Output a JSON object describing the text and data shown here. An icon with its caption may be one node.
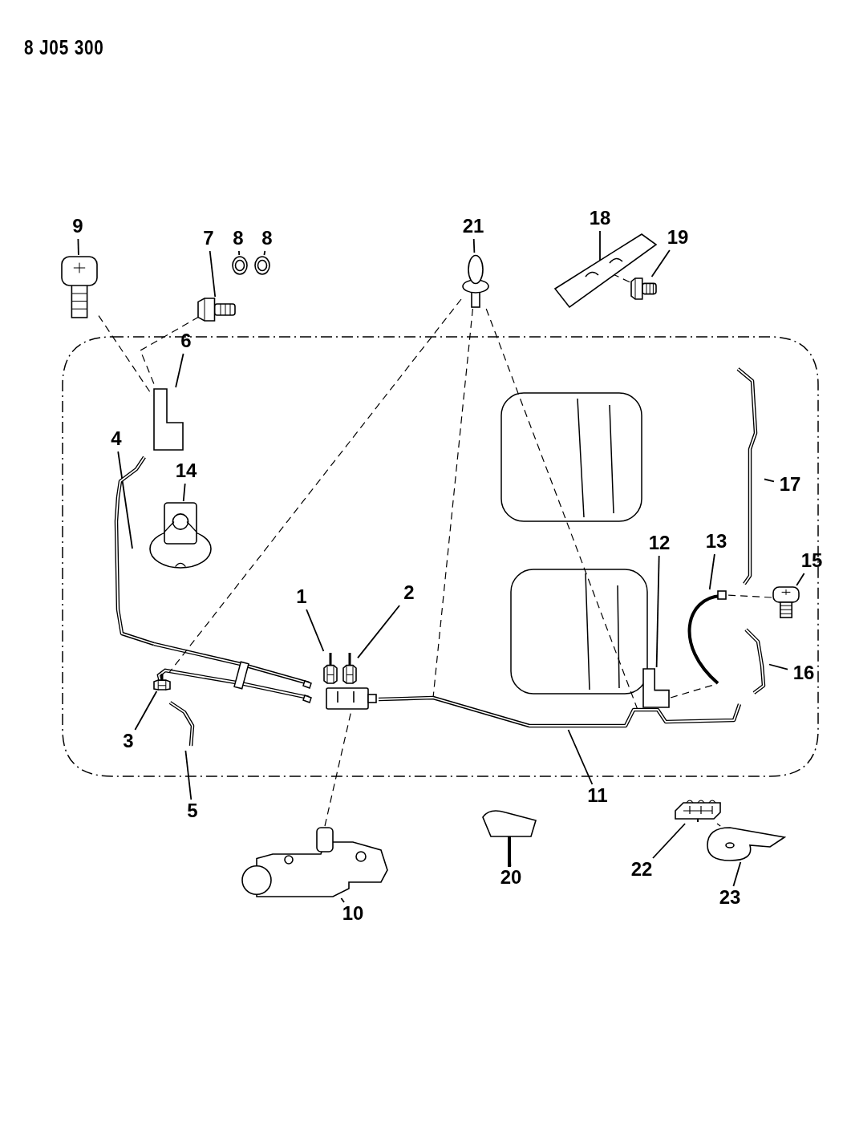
{
  "diagram": {
    "nodes": [
      {
        "text": [
          "1"
        ]
      },
      {
        "text": [
          "2"
        ]
      },
      {
        "text": [
          "3"
        ]
      },
      {
        "text": [
          "4"
        ]
      },
      {
        "text": [
          "5"
        ]
      },
      {
        "text": [
          "6"
        ]
      },
      {
        "text": [
          "7"
        ]
      },
      {
        "text": [
          "8"
        ]
      },
      {
        "text": [
          "8"
        ]
      },
      {
        "text": [
          "9"
        ]
      },
      {
        "text": [
          "10"
        ]
      },
      {
        "text": [
          "11"
        ]
      },
      {
        "text": [
          "12"
        ]
      },
      {
        "text": [
          "13"
        ]
      },
      {
        "text": [
          "14"
        ]
      },
      {
        "text": [
          "15"
        ]
      },
      {
        "text": [
          "16"
        ]
      },
      {
        "text": [
          "17"
        ]
      },
      {
        "text": [
          "18"
        ]
      },
      {
        "text": [
          "19"
        ]
      },
      {
        "text": [
          "20"
        ]
      },
      {
        "text": [
          "21"
        ]
      },
      {
        "text": [
          "22"
        ]
      },
      {
        "text": [
          "23"
        ]
      },
      {
        "text": [],
        "shape": "picture"
      },
      {
        "text": [],
        "shape": "picture"
      },
      {
        "text": [],
        "shape": "picture"
      },
      {
        "text": [],
        "shape": "picture"
      },
      {
        "text": [],
        "shape": "picture"
      },
      {
        "text": [],
        "shape": "picture"
      },
      {
        "text": [],
        "shape": "picture"
      },
      {
        "text": [],
        "shape": "picture"
      },
      {
        "text": [],
        "shape": "picture"
      },
      {
        "text": [],
        "shape": "picture"
      },
      {
        "text": [],
        "shape": "picture"
      },
      {
        "text": [],
        "shape": "picture"
      },
      {
        "text": [],
        "shape": "picture"
      },
      {
        "text": [],
        "shape": "picture"
      },
      {
        "text": [],
        "shape": "picture"
      },
      {
        "text": [],
        "shape": "picture"
      },
      {
        "text": [],
        "shape": "picture"
      },
      {
        "text": [],
        "shape": "picture"
      },
      {
        "text": [],
        "shape": "picture"
      },
      {
        "text": [],
        "shape": "picture"
      },
      {
        "text": [],
        "shape": "picture"
      },
      {
        "text": [],
        "shape": "picture"
      },
      {
        "text": [],
        "shape": "picture"
      },
      {
        "text": [],
        "shape": "picture"
      },
      {
        "text": [],
        "shape": "picture"
      }
    ],
    "edges": [
      {
        "from": 0,
        "to": 24,
        "arrow": "none"
      },
      {
        "from": 1,
        "to": 25,
        "arrow": "none"
      },
      {
        "from": 2,
        "to": 26,
        "arrow": "none"
      },
      {
        "from": 3,
        "to": 27,
        "arrow": "none"
      },
      {
        "from": 4,
        "to": 28,
        "arrow": "none"
      },
      {
        "from": 5,
        "to": 29,
        "arrow": "none"
      },
      {
        "from": 6,
        "to": 30,
        "arrow": "none"
      },
      {
        "from": 7,
        "to": 31,
        "arrow": "none"
      },
      {
        "from": 8,
        "to": 32,
        "arrow": "none"
      },
      {
        "from": 9,
        "to": 33,
        "arrow": "none"
      },
      {
        "from": 10,
        "to": 34,
        "arrow": "none"
      },
      {
        "from": 11,
        "to": 35,
        "arrow": "none"
      },
      {
        "from": 12,
        "to": 36,
        "arrow": "none"
      },
      {
        "from": 13,
        "to": 37,
        "arrow": "none"
      },
      {
        "from": 14,
        "to": 38,
        "arrow": "none"
      },
      {
        "from": 15,
        "to": 39,
        "arrow": "none"
      },
      {
        "from": 16,
        "to": 40,
        "arrow": "none"
      },
      {
        "from": 17,
        "to": 41,
        "arrow": "none"
      },
      {
        "from": 18,
        "to": 42,
        "arrow": "none"
      },
      {
        "from": 19,
        "to": 43,
        "arrow": "none"
      },
      {
        "from": 20,
        "to": 44,
        "arrow": "none"
      },
      {
        "from": 21,
        "to": 45,
        "arrow": "none"
      },
      {
        "from": 22,
        "to": 46,
        "arrow": "none"
      },
      {
        "from": 23,
        "to": 47,
        "arrow": "none"
      },
      {
        "from": 33,
        "to": 29,
        "arrow": "none",
        "style": "dashed"
      },
      {
        "from": 30,
        "to": 29,
        "arrow": "none",
        "style": "dashed"
      },
      {
        "from": 45,
        "to": 26,
        "arrow": "none",
        "style": "dashed"
      },
      {
        "from": 45,
        "to": 35,
        "arrow": "none",
        "style": "dashed"
      },
      {
        "from": 45,
        "to": 35,
        "arrow": "none",
        "style": "dashed"
      },
      {
        "from": 34,
        "to": 48,
        "arrow": "none",
        "style": "dashed"
      },
      {
        "from": 36,
        "to": 37,
        "arrow": "none",
        "style": "dashed"
      },
      {
        "from": 39,
        "to": 37,
        "arrow": "none",
        "style": "dashed"
      },
      {
        "from": 46,
        "to": 47,
        "arrow": "none",
        "style": "dashed"
      },
      {
        "from": 43,
        "to": 42,
        "arrow": "none",
        "style": "dashed"
      }
    ],
    "labels": [
      "8 J05 300"
    ]
  }
}
